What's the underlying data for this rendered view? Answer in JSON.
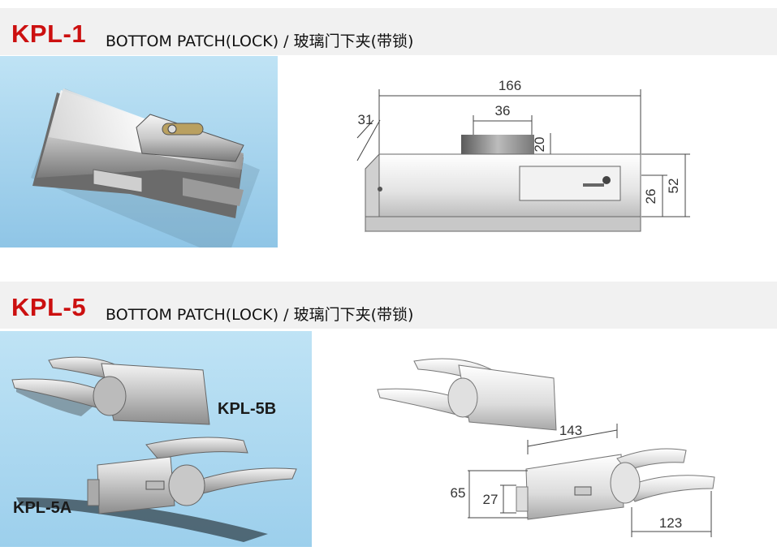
{
  "sections": [
    {
      "code": "KPL-1",
      "title": "BOTTOM PATCH(LOCK) / 玻璃门下夹(带锁)",
      "dimensions": {
        "width": "166",
        "lock_width": "36",
        "lock_height": "20",
        "depth": "31",
        "inner_height": "26",
        "height": "52"
      }
    },
    {
      "code": "KPL-5",
      "title": "BOTTOM PATCH(LOCK) / 玻璃门下夹(带锁)",
      "photo_labels": {
        "b": "KPL-5B",
        "a": "KPL-5A"
      },
      "dimensions": {
        "length": "143",
        "height": "65",
        "lock_height": "27",
        "width": "123"
      }
    }
  ],
  "colors": {
    "code_red": "#cc1010",
    "header_bg": "#f1f1f1",
    "photo_bg": "#a8d4ee"
  }
}
